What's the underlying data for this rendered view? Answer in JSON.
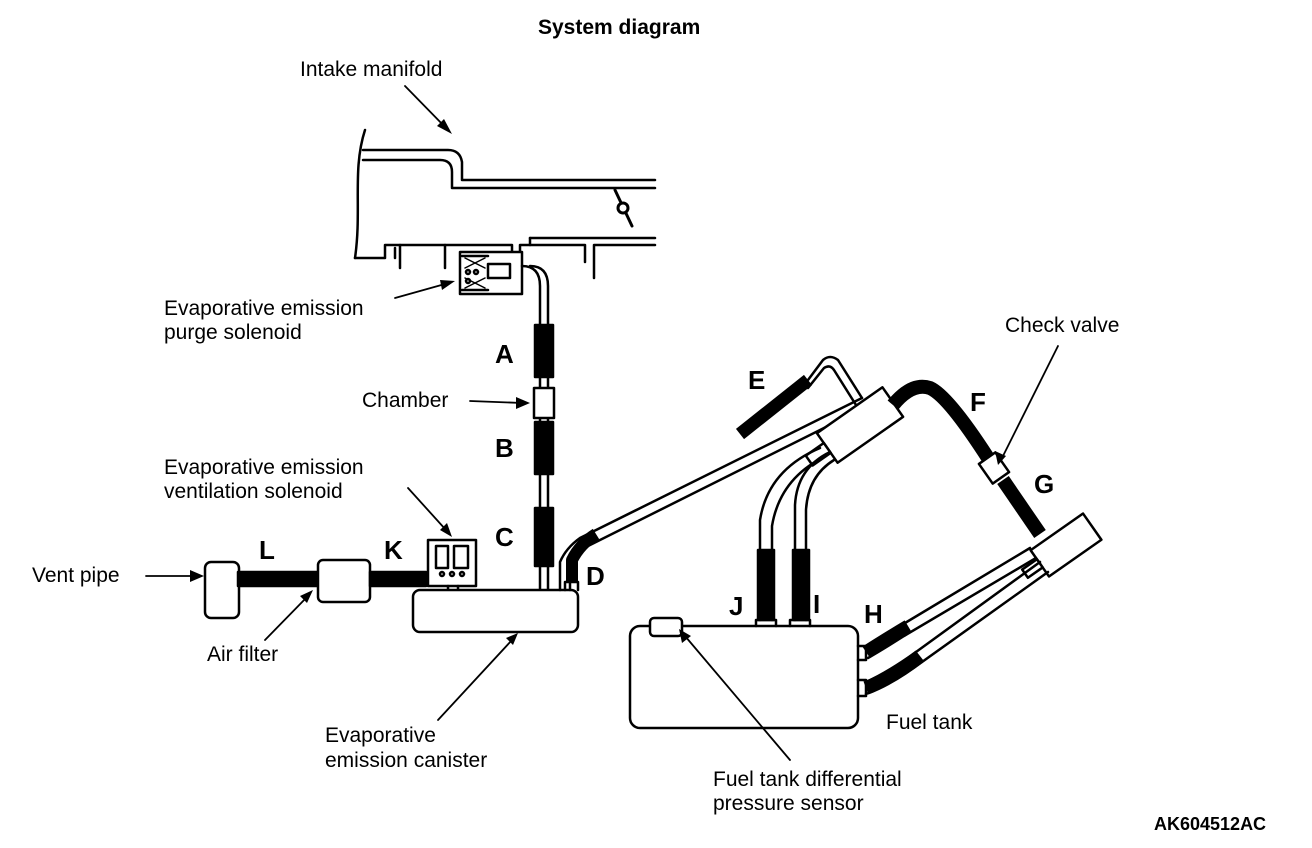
{
  "title": "System diagram",
  "labels": {
    "intake_manifold": "Intake manifold",
    "purge_solenoid_line1": "Evaporative emission",
    "purge_solenoid_line2": "purge solenoid",
    "check_valve": "Check valve",
    "chamber": "Chamber",
    "ventilation_solenoid_line1": "Evaporative emission",
    "ventilation_solenoid_line2": "ventilation solenoid",
    "vent_pipe": "Vent pipe",
    "air_filter": "Air filter",
    "canister_line1": "Evaporative",
    "canister_line2": "emission canister",
    "fuel_tank": "Fuel tank",
    "pressure_sensor_line1": "Fuel tank differential",
    "pressure_sensor_line2": "pressure sensor"
  },
  "hose_letters": [
    "A",
    "B",
    "C",
    "D",
    "E",
    "F",
    "G",
    "H",
    "I",
    "J",
    "K",
    "L"
  ],
  "figure_code": "AK604512AC"
}
